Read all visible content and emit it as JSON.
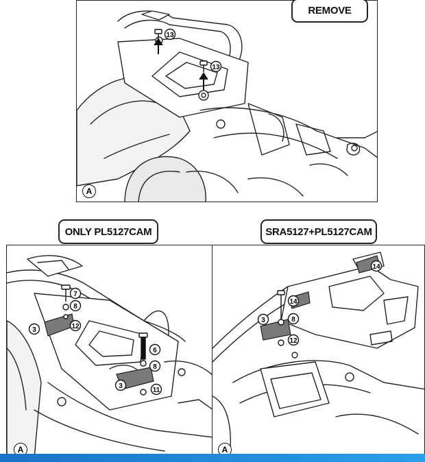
{
  "top_panel": {
    "badge": "REMOVE",
    "corner": "A",
    "callouts": [
      "13",
      "13"
    ]
  },
  "left_panel": {
    "badge": "ONLY PL5127CAM",
    "corner": "A",
    "callouts": [
      "7",
      "8",
      "12",
      "3",
      "6",
      "8",
      "3",
      "11"
    ]
  },
  "right_panel": {
    "badge": "SRA5127+PL5127CAM",
    "corner": "A",
    "callouts": [
      "14",
      "14",
      "3",
      "8",
      "12"
    ]
  },
  "colors": {
    "footer": "#1a72c9",
    "bracket": "#7a7a7a"
  }
}
